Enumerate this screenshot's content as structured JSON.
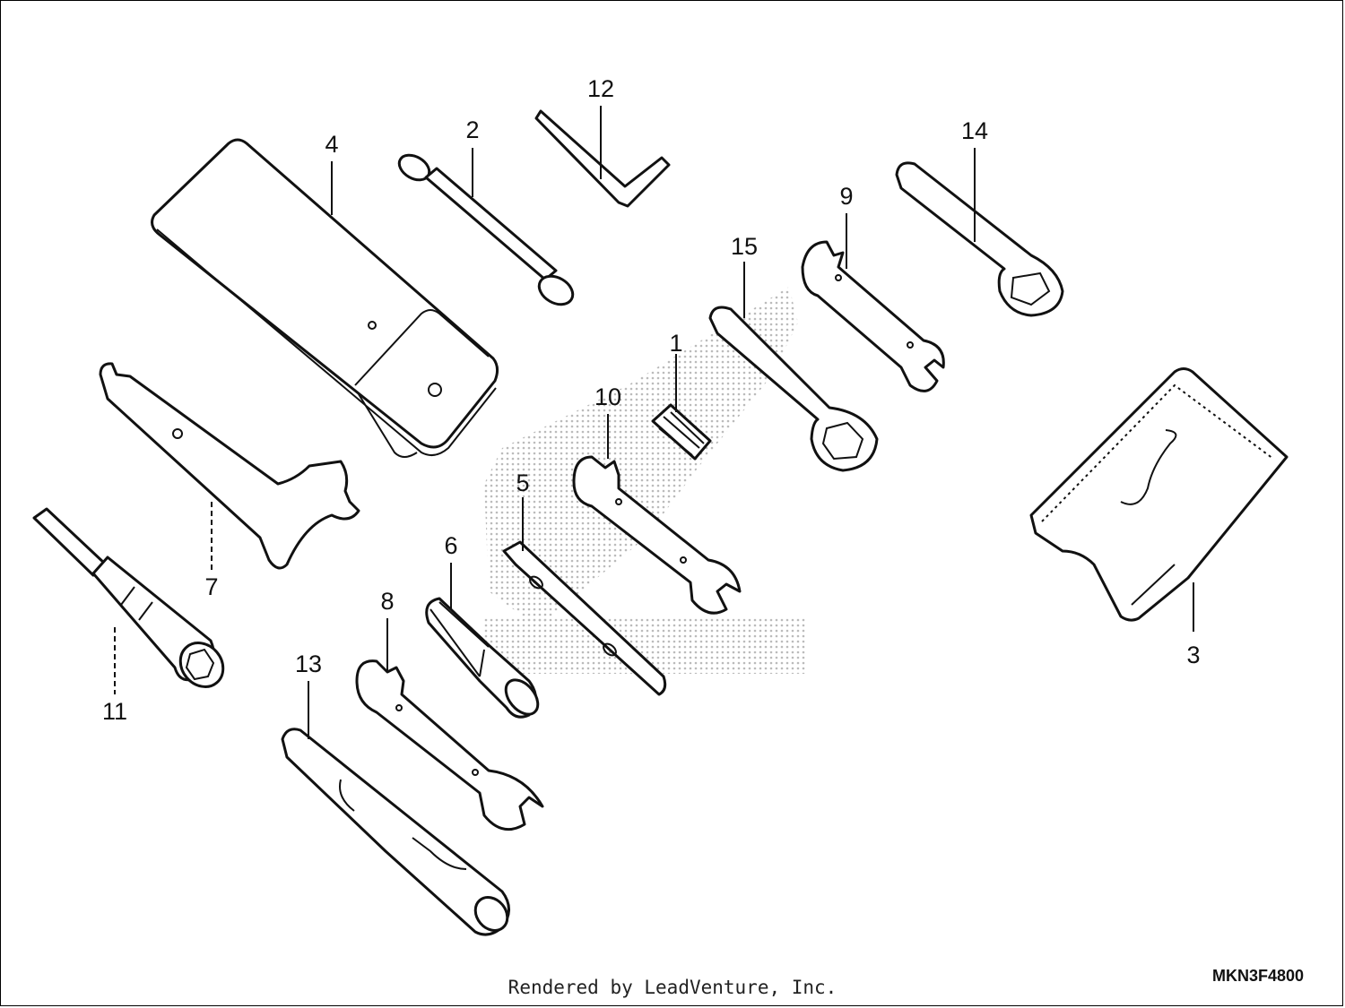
{
  "callouts": [
    {
      "id": "1",
      "label": "1"
    },
    {
      "id": "2",
      "label": "2"
    },
    {
      "id": "3",
      "label": "3"
    },
    {
      "id": "4",
      "label": "4"
    },
    {
      "id": "5",
      "label": "5"
    },
    {
      "id": "6",
      "label": "6"
    },
    {
      "id": "7",
      "label": "7"
    },
    {
      "id": "8",
      "label": "8"
    },
    {
      "id": "9",
      "label": "9"
    },
    {
      "id": "10",
      "label": "10"
    },
    {
      "id": "11",
      "label": "11"
    },
    {
      "id": "12",
      "label": "12"
    },
    {
      "id": "13",
      "label": "13"
    },
    {
      "id": "14",
      "label": "14"
    },
    {
      "id": "15",
      "label": "15"
    }
  ],
  "drawing_code": "MKN3F4800",
  "footer": "Rendered by LeadVenture, Inc.",
  "colors": {
    "line": "#111111",
    "background": "#ffffff",
    "watermark": "#bbbbbb"
  }
}
